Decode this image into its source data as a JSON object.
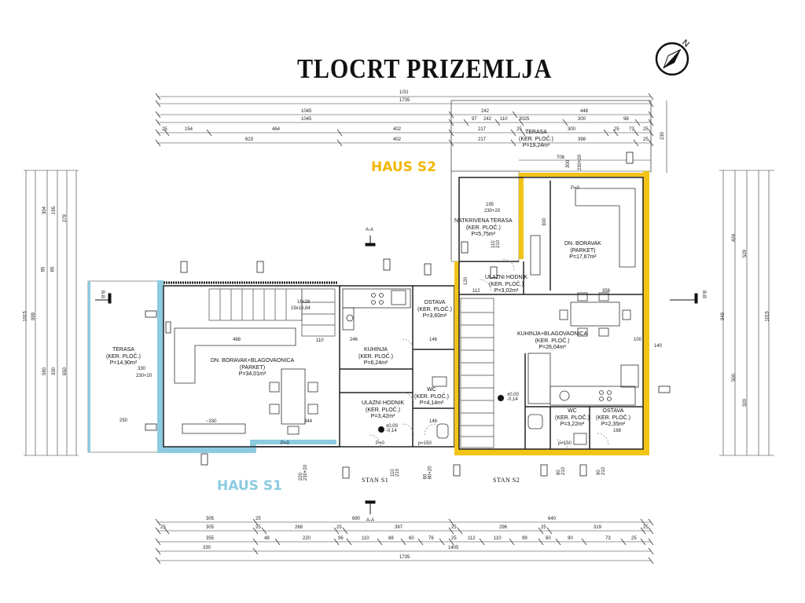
{
  "title": "TLOCRT PRIZEMLJA",
  "labels": {
    "haus_s2": "HAUS S2",
    "haus_s1": "HAUS S1",
    "stan_s1": "STAN S1",
    "stan_s2": "STAN S2",
    "section_aa_top": "A-A",
    "section_aa_bottom": "A-A",
    "section_bb_left": "B-B",
    "section_bb_right": "B-B"
  },
  "rooms": {
    "terasa_top": [
      "TERASA",
      "(KER. PLOČ.)",
      "P=19,24m²"
    ],
    "natkrivena_terasa": [
      "NATKRIVENA TERASA",
      "(KER. PLOČ.)",
      "P=5,75m²"
    ],
    "boravak_s2": [
      "DN. BORAVAK",
      "(PARKET)",
      "P=17,67m²"
    ],
    "ulazni_hodnik_s2": [
      "ULAZNI HODNIK",
      "(KER. PLOČ.)",
      "P=3,02m²"
    ],
    "kuhinja_s2": [
      "KUHINJA+BLAGOVAONICA",
      "(KER. PLOČ.)",
      "P=26,04m²"
    ],
    "wc_s2": [
      "WC",
      "(KER. PLOČ.)",
      "P=3,22m²"
    ],
    "ostava_s2": [
      "OSTAVA",
      "(KER. PLOČ.)",
      "P=2,35m²"
    ],
    "terasa_left": [
      "TERASA",
      "(KER. PLOČ.)",
      "P=14,90m²"
    ],
    "boravak_s1": [
      "DN. BORAVAK+BLAGOVAONICA",
      "(PARKET)",
      "P=34,01m²"
    ],
    "kuhinja_s1": [
      "KUHINJA",
      "(KER. PLOČ.)",
      "P=6,24m²"
    ],
    "ostava_s1": [
      "OSTAVA",
      "(KER. PLOČ.)",
      "P=3,60m²"
    ],
    "wc_s1": [
      "WC",
      "(KER. PLOČ.)",
      "P=4,14m²"
    ],
    "ulazni_hodnik_s1": [
      "ULAZNI HODNIK",
      "(KER. PLOČ.)",
      "P=3,42m²"
    ]
  },
  "top_dims": {
    "row1": "1/31",
    "row2": "1735",
    "row3": [
      "1045",
      "242",
      "448"
    ],
    "row4": [
      "1045",
      "97",
      "242",
      "110",
      "3025",
      "300",
      "98"
    ],
    "row5": [
      "25",
      "154",
      "464",
      "402",
      "217",
      "25",
      "300",
      "25",
      "73",
      "25"
    ],
    "row6": [
      "623",
      "402",
      "217",
      "398",
      "25"
    ],
    "right_230": "230",
    "d706": "706",
    "d300_230": [
      "300",
      "230+20"
    ]
  },
  "bottom_dims": {
    "row1": [
      "305",
      "25",
      "640"
    ],
    "row2": [
      "25",
      "305",
      "25",
      "268",
      "25",
      "397",
      "25",
      "296",
      "25",
      "319",
      "25"
    ],
    "row3": [
      "355",
      "48",
      "220",
      "96",
      "110",
      "88",
      "60",
      "76",
      "25",
      "112",
      "110",
      "99",
      "60",
      "90",
      "73",
      "25"
    ],
    "row4": [
      "330",
      "1405"
    ],
    "row5": "1735",
    "row_small": "690"
  },
  "left_dims": [
    "1015",
    "999",
    "304",
    "195",
    "279",
    "580",
    "650",
    "330",
    "85",
    "65"
  ],
  "right_dims": [
    "949",
    "424",
    "529",
    "1015",
    "500",
    "320"
  ],
  "interior_dims": {
    "stair_s1": "18x28",
    "stair_s1b": "19x16,84",
    "d488": "488",
    "d246": "246",
    "d110": "110",
    "d146a": "146",
    "d146b": "146",
    "d330": "330",
    "d230_20": "230+20",
    "d250": "250",
    "d_330b": "~330",
    "d344": "344",
    "d195": "195",
    "d230_20b": "230+20",
    "d110_210": "110\n210",
    "d356": "356",
    "d100": "100",
    "d140": "140",
    "d168": "168",
    "d112": "112",
    "d120": "120",
    "d300": "300",
    "p0_a": "P=0",
    "p0_b": "P=0",
    "p0_c": "P=0",
    "p150_a": "p=150",
    "p150_b": "p=150",
    "level_s1": "±0,00\n-0,14",
    "level_s2": "±0,00\n-0,14",
    "d220_230": "220\n230+20",
    "d110_210b": "110\n210",
    "d60_80": "60\n80+20",
    "d90_210": "90\n210",
    "d80_210": "80\n210"
  }
}
